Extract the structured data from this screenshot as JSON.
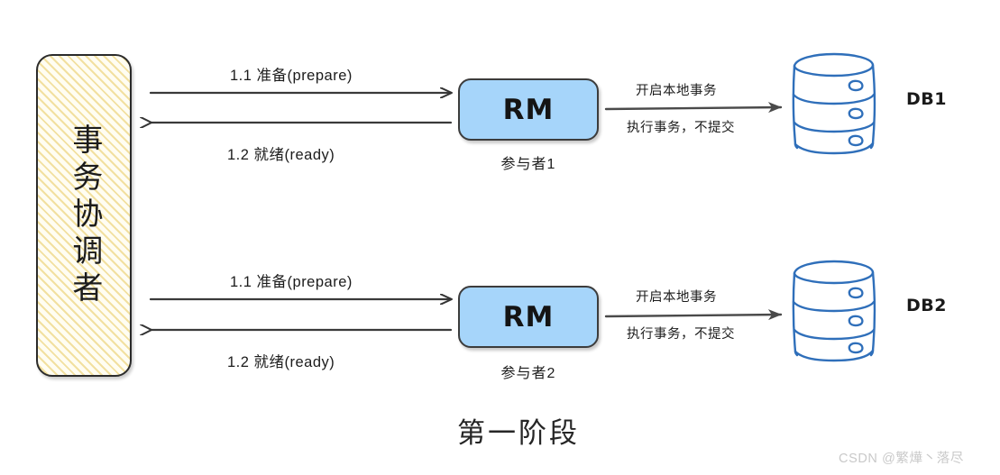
{
  "diagram": {
    "title": "第一阶段",
    "coordinator": {
      "label": "事务协调者"
    },
    "rows": [
      {
        "request_label": "1.1 准备(prepare)",
        "response_label": "1.2 就绪(ready)",
        "node_label": "RM",
        "node_caption": "参与者1",
        "db_label_top": "开启本地事务",
        "db_label_bottom": "执行事务，不提交",
        "db_name": "DB1"
      },
      {
        "request_label": "1.1 准备(prepare)",
        "response_label": "1.2 就绪(ready)",
        "node_label": "RM",
        "node_caption": "参与者2",
        "db_label_top": "开启本地事务",
        "db_label_bottom": "执行事务，不提交",
        "db_name": "DB2"
      }
    ],
    "watermark": "CSDN @繁燁丶落尽",
    "colors": {
      "coordinator_fill": "#fffdf2",
      "coordinator_hatch": "#f2e0a0",
      "rm_fill": "#a6d5fa",
      "stroke": "#2b2b2b",
      "db_stroke": "#2f6fba",
      "watermark": "#c9c9c9"
    }
  }
}
